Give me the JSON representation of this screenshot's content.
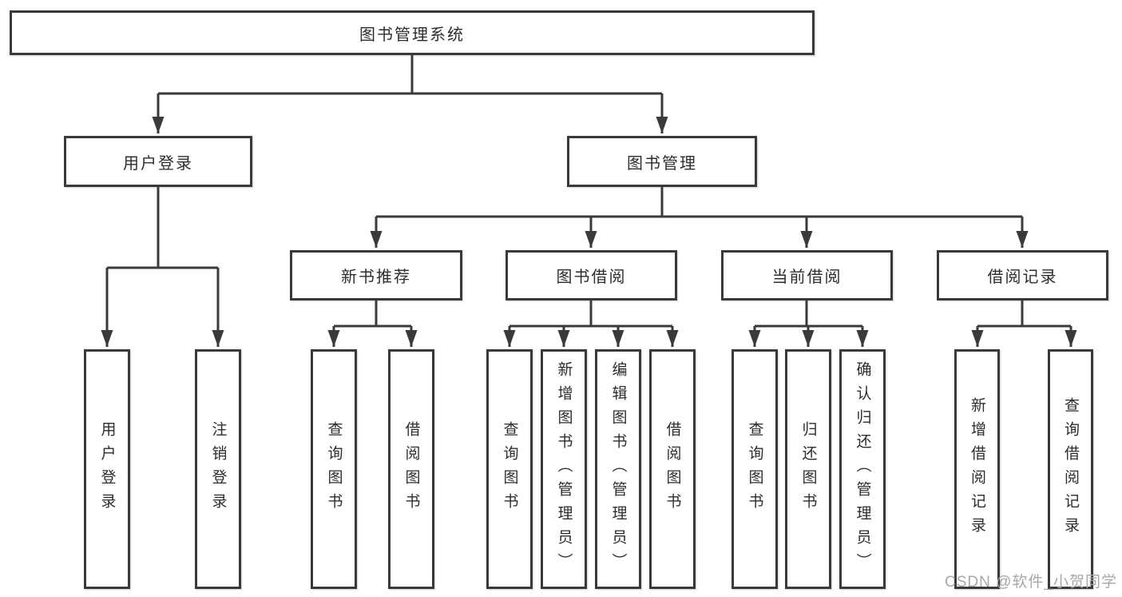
{
  "colors": {
    "line": "#3a3a3c",
    "text": "#2d2d2d",
    "background": "#ffffff",
    "watermark": "#a8a8a8"
  },
  "watermark": "CSDN @软件_小贺同学",
  "nodes": {
    "root": {
      "label": "图书管理系统"
    },
    "user_login": {
      "label": "用户登录"
    },
    "book_mgmt": {
      "label": "图书管理"
    },
    "new_book_rec": {
      "label": "新书推荐"
    },
    "book_borrow": {
      "label": "图书借阅"
    },
    "current_borrow": {
      "label": "当前借阅"
    },
    "borrow_records": {
      "label": "借阅记录"
    },
    "leaf_user_login": {
      "label": "用户登录"
    },
    "leaf_logout": {
      "label": "注销登录"
    },
    "leaf_rec_query_books": {
      "label": "查询图书"
    },
    "leaf_rec_borrow_books": {
      "label": "借阅图书"
    },
    "leaf_bor_query_books": {
      "label": "查询图书"
    },
    "leaf_bor_add_books": {
      "label": "新增图书（管理员）"
    },
    "leaf_bor_edit_books": {
      "label": "编辑图书（管理员）"
    },
    "leaf_bor_borrow_books": {
      "label": "借阅图书"
    },
    "leaf_cur_query_books": {
      "label": "查询图书"
    },
    "leaf_cur_return_books": {
      "label": "归还图书"
    },
    "leaf_cur_confirm_return": {
      "label": "确认归还（管理员）"
    },
    "leaf_rec_add_record": {
      "label": "新增借阅记录"
    },
    "leaf_rec_query_record": {
      "label": "查询借阅记录"
    }
  },
  "edges": [
    {
      "from": "图书管理系统",
      "to": "用户登录"
    },
    {
      "from": "图书管理系统",
      "to": "图书管理"
    },
    {
      "from": "用户登录",
      "to": "用户登录"
    },
    {
      "from": "用户登录",
      "to": "注销登录"
    },
    {
      "from": "图书管理",
      "to": "新书推荐"
    },
    {
      "from": "图书管理",
      "to": "图书借阅"
    },
    {
      "from": "图书管理",
      "to": "当前借阅"
    },
    {
      "from": "图书管理",
      "to": "借阅记录"
    },
    {
      "from": "新书推荐",
      "to": "查询图书"
    },
    {
      "from": "新书推荐",
      "to": "借阅图书"
    },
    {
      "from": "图书借阅",
      "to": "查询图书"
    },
    {
      "from": "图书借阅",
      "to": "新增图书（管理员）"
    },
    {
      "from": "图书借阅",
      "to": "编辑图书（管理员）"
    },
    {
      "from": "图书借阅",
      "to": "借阅图书"
    },
    {
      "from": "当前借阅",
      "to": "查询图书"
    },
    {
      "from": "当前借阅",
      "to": "归还图书"
    },
    {
      "from": "当前借阅",
      "to": "确认归还（管理员）"
    },
    {
      "from": "借阅记录",
      "to": "新增借阅记录"
    },
    {
      "from": "借阅记录",
      "to": "查询借阅记录"
    }
  ]
}
